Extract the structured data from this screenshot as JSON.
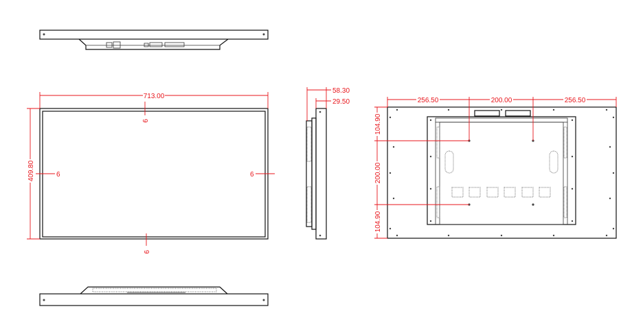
{
  "diagram": {
    "colors": {
      "dimension": "#e8151b",
      "outline": "#111111"
    },
    "front_view": {
      "width_label": "713.00",
      "height_label": "409.80",
      "bezel_top": "6",
      "bezel_bottom": "6",
      "bezel_left": "6",
      "bezel_right": "6"
    },
    "side_view": {
      "total_depth_label": "58.30",
      "bezel_depth_label": "29.50"
    },
    "back_view": {
      "left_offset_label": "256.50",
      "vesa_width_label": "200.00",
      "right_offset_label": "256.50",
      "top_offset_label": "104.90",
      "vesa_height_label": "200.00",
      "bottom_offset_label": "104.90"
    }
  }
}
